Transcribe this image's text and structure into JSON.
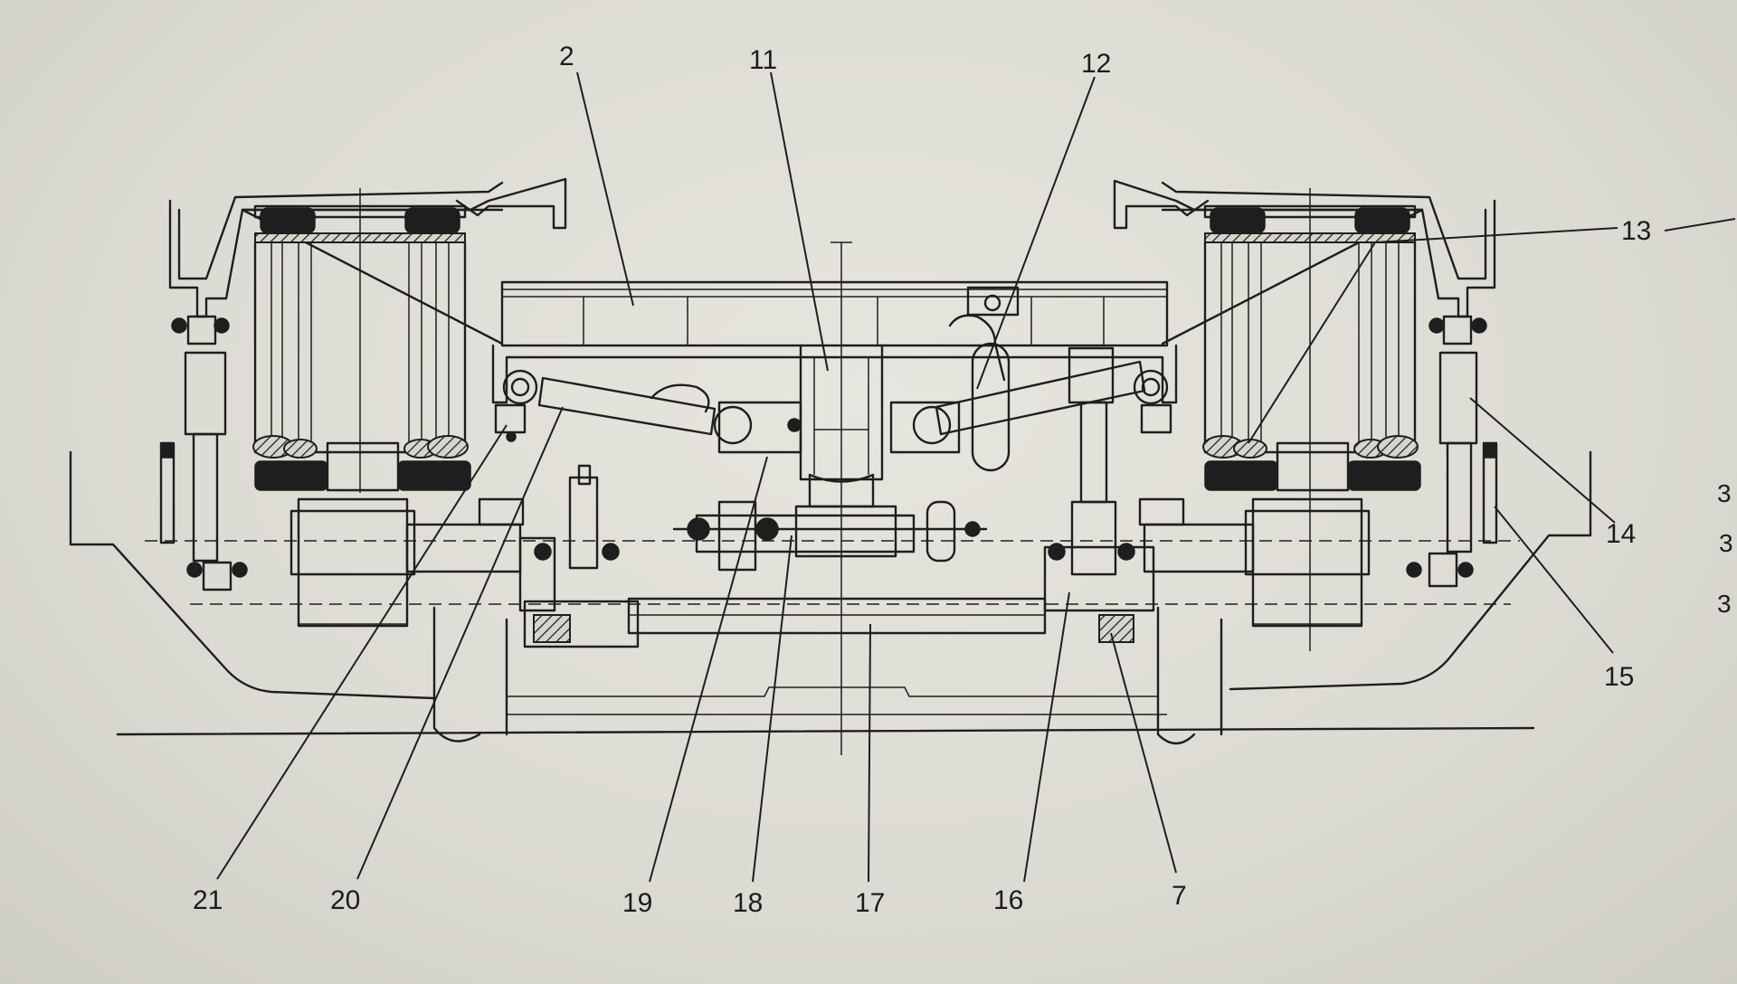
{
  "callouts": [
    {
      "id": "2",
      "label": "2"
    },
    {
      "id": "11",
      "label": "11"
    },
    {
      "id": "12",
      "label": "12"
    },
    {
      "id": "13",
      "label": "13"
    },
    {
      "id": "14",
      "label": "14"
    },
    {
      "id": "15",
      "label": "15"
    },
    {
      "id": "21",
      "label": "21"
    },
    {
      "id": "20",
      "label": "20"
    },
    {
      "id": "19",
      "label": "19"
    },
    {
      "id": "18",
      "label": "18"
    },
    {
      "id": "17",
      "label": "17"
    },
    {
      "id": "16",
      "label": "16"
    },
    {
      "id": "7",
      "label": "7"
    }
  ],
  "edge_labels": [
    {
      "id": "e1",
      "label": "3"
    },
    {
      "id": "e2",
      "label": "3"
    },
    {
      "id": "e3",
      "label": "3"
    }
  ],
  "colors": {
    "paper": "#dcdbd3",
    "ink": "#1e1e1e"
  }
}
